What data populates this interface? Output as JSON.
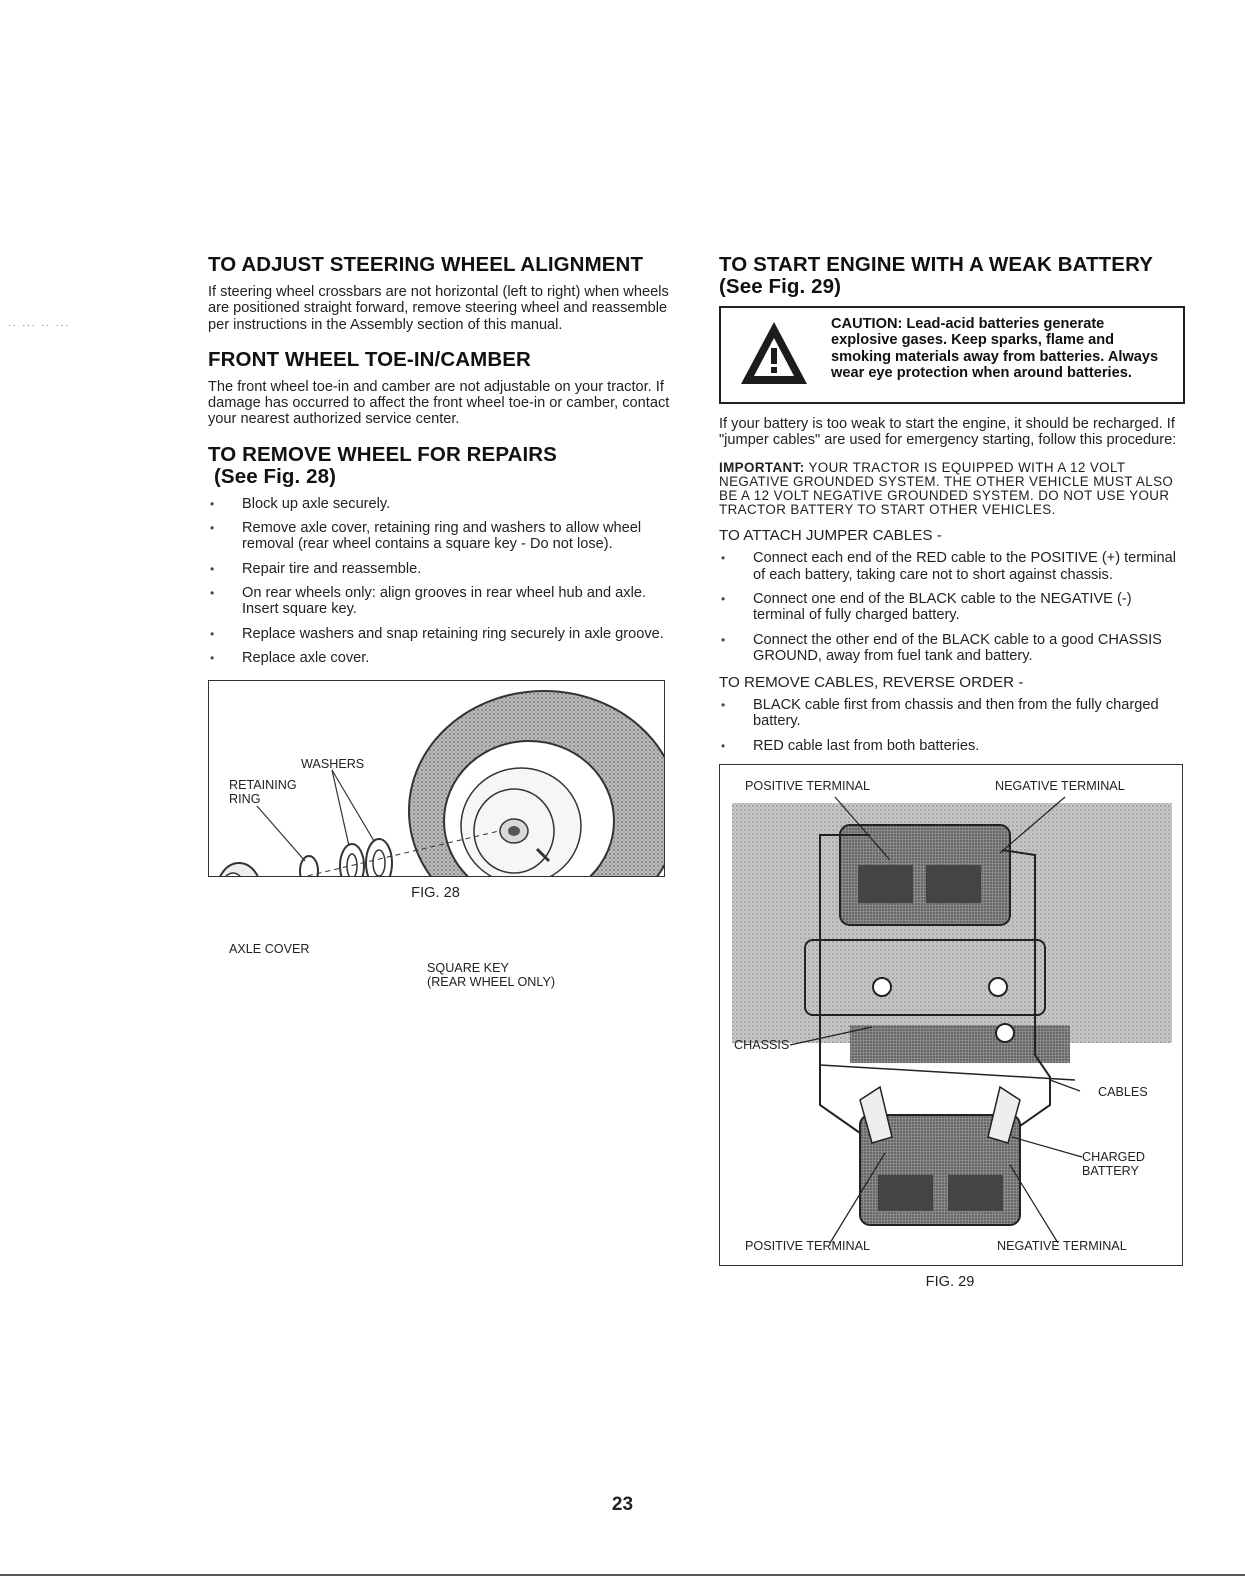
{
  "left": {
    "steering": {
      "heading": "TO ADJUST STEERING WHEEL ALIGNMENT",
      "body": "If steering wheel crossbars are not horizontal (left to right) when wheels are positioned straight forward, remove steering wheel and reassemble per instructions in the Assembly section of this manual."
    },
    "toe": {
      "heading": "FRONT WHEEL TOE-IN/CAMBER",
      "body": "The front wheel toe-in and camber are not adjustable on your tractor. If damage has occurred to affect the front wheel toe-in or camber, contact your nearest authorized service center."
    },
    "remove": {
      "heading": "TO REMOVE WHEEL FOR REPAIRS",
      "subheading": "(See Fig. 28)",
      "bullets": [
        "Block up axle securely.",
        "Remove axle cover, retaining ring and washers to allow wheel removal (rear wheel contains a square key - Do not lose).",
        "Repair tire and reassemble.",
        "On rear wheels only: align grooves in rear wheel hub and axle. Insert square key.",
        "Replace washers and snap retaining ring securely in axle groove.",
        "Replace axle cover."
      ]
    },
    "fig28": {
      "labels": {
        "washers": "WASHERS",
        "retaining_ring": "RETAINING RING",
        "axle_cover": "AXLE COVER",
        "square_key": "SQUARE KEY",
        "rear_wheel_only": "(REAR WHEEL ONLY)"
      },
      "caption": "FIG. 28"
    }
  },
  "right": {
    "battery": {
      "heading": "TO START ENGINE WITH A WEAK BATTERY",
      "subheading": "(See Fig. 29)",
      "caution": "CAUTION: Lead-acid batteries generate explosive gases. Keep sparks, flame and smoking materials away from batteries. Always wear eye protection when around batteries.",
      "body": "If your battery is too weak to start the engine, it should be recharged. If \"jumper cables\" are used for emergency starting, follow this procedure:",
      "important_label": "IMPORTANT:",
      "important_text": "YOUR TRACTOR IS EQUIPPED WITH A 12 VOLT NEGATIVE GROUNDED SYSTEM. THE OTHER VEHICLE MUST ALSO BE A 12 VOLT NEGATIVE GROUNDED SYSTEM. DO NOT USE YOUR TRACTOR BATTERY TO START OTHER VEHICLES.",
      "attach_heading": "TO ATTACH JUMPER CABLES -",
      "attach_bullets": [
        "Connect each end of the RED cable to the POSITIVE (+) terminal of each battery, taking care not to short against chassis.",
        "Connect one end of the BLACK cable to the NEGATIVE (-) terminal of fully charged battery.",
        "Connect the other end of the BLACK cable to a good CHASSIS GROUND, away from fuel tank and battery."
      ],
      "remove_heading": "TO REMOVE CABLES, REVERSE ORDER -",
      "remove_bullets": [
        "BLACK cable first from chassis and then from the fully charged battery.",
        "RED cable last from both batteries."
      ]
    },
    "fig29": {
      "labels": {
        "positive_top": "POSITIVE TERMINAL",
        "negative_top": "NEGATIVE TERMINAL",
        "chassis": "CHASSIS",
        "cables": "CABLES",
        "charged_battery": "CHARGED BATTERY",
        "positive_bottom": "POSITIVE TERMINAL",
        "negative_bottom": "NEGATIVE TERMINAL"
      },
      "caption": "FIG. 29"
    }
  },
  "page_number": "23"
}
